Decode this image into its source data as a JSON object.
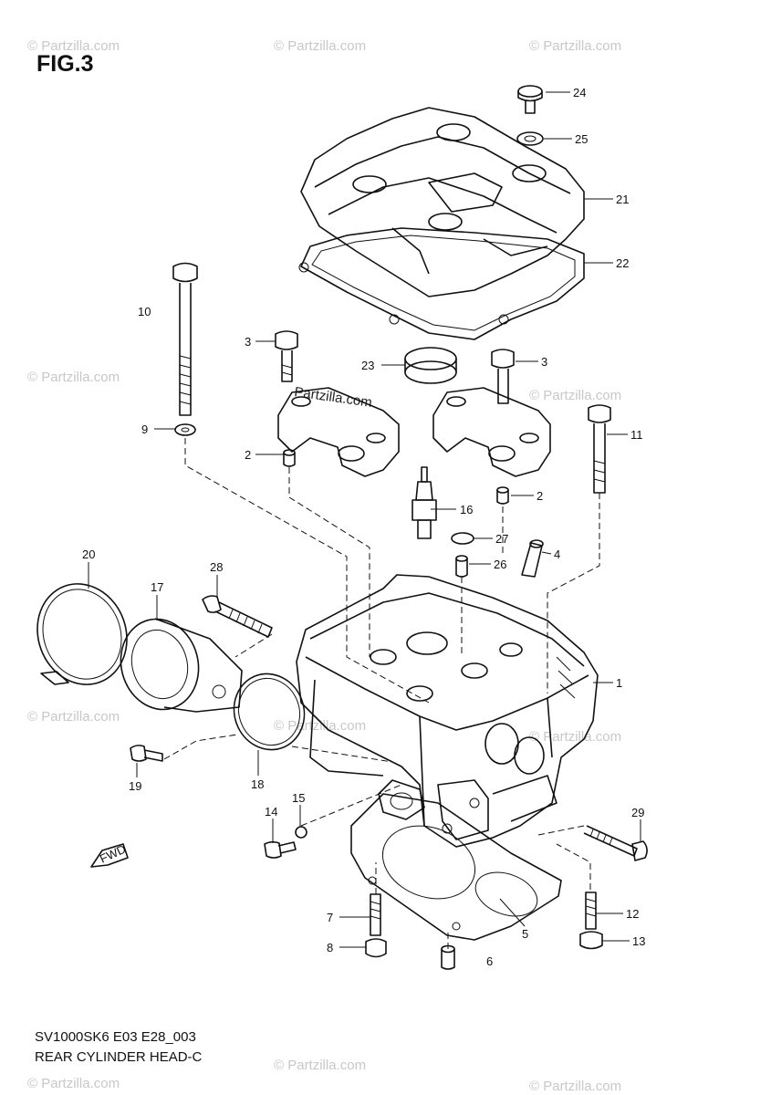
{
  "header": {
    "figure_label": "FIG.3"
  },
  "footer": {
    "code": "SV1000SK6 E03 E28_003",
    "title": "REAR CYLINDER HEAD-C"
  },
  "watermark": {
    "text": "© Partzilla.com",
    "main_text": "Partzilla.com"
  },
  "fwd_label": "FWD",
  "callouts": [
    "1",
    "2",
    "2",
    "3",
    "3",
    "4",
    "5",
    "6",
    "7",
    "8",
    "9",
    "10",
    "11",
    "12",
    "13",
    "14",
    "15",
    "16",
    "17",
    "18",
    "19",
    "20",
    "21",
    "22",
    "23",
    "24",
    "25",
    "26",
    "27",
    "28",
    "29"
  ]
}
